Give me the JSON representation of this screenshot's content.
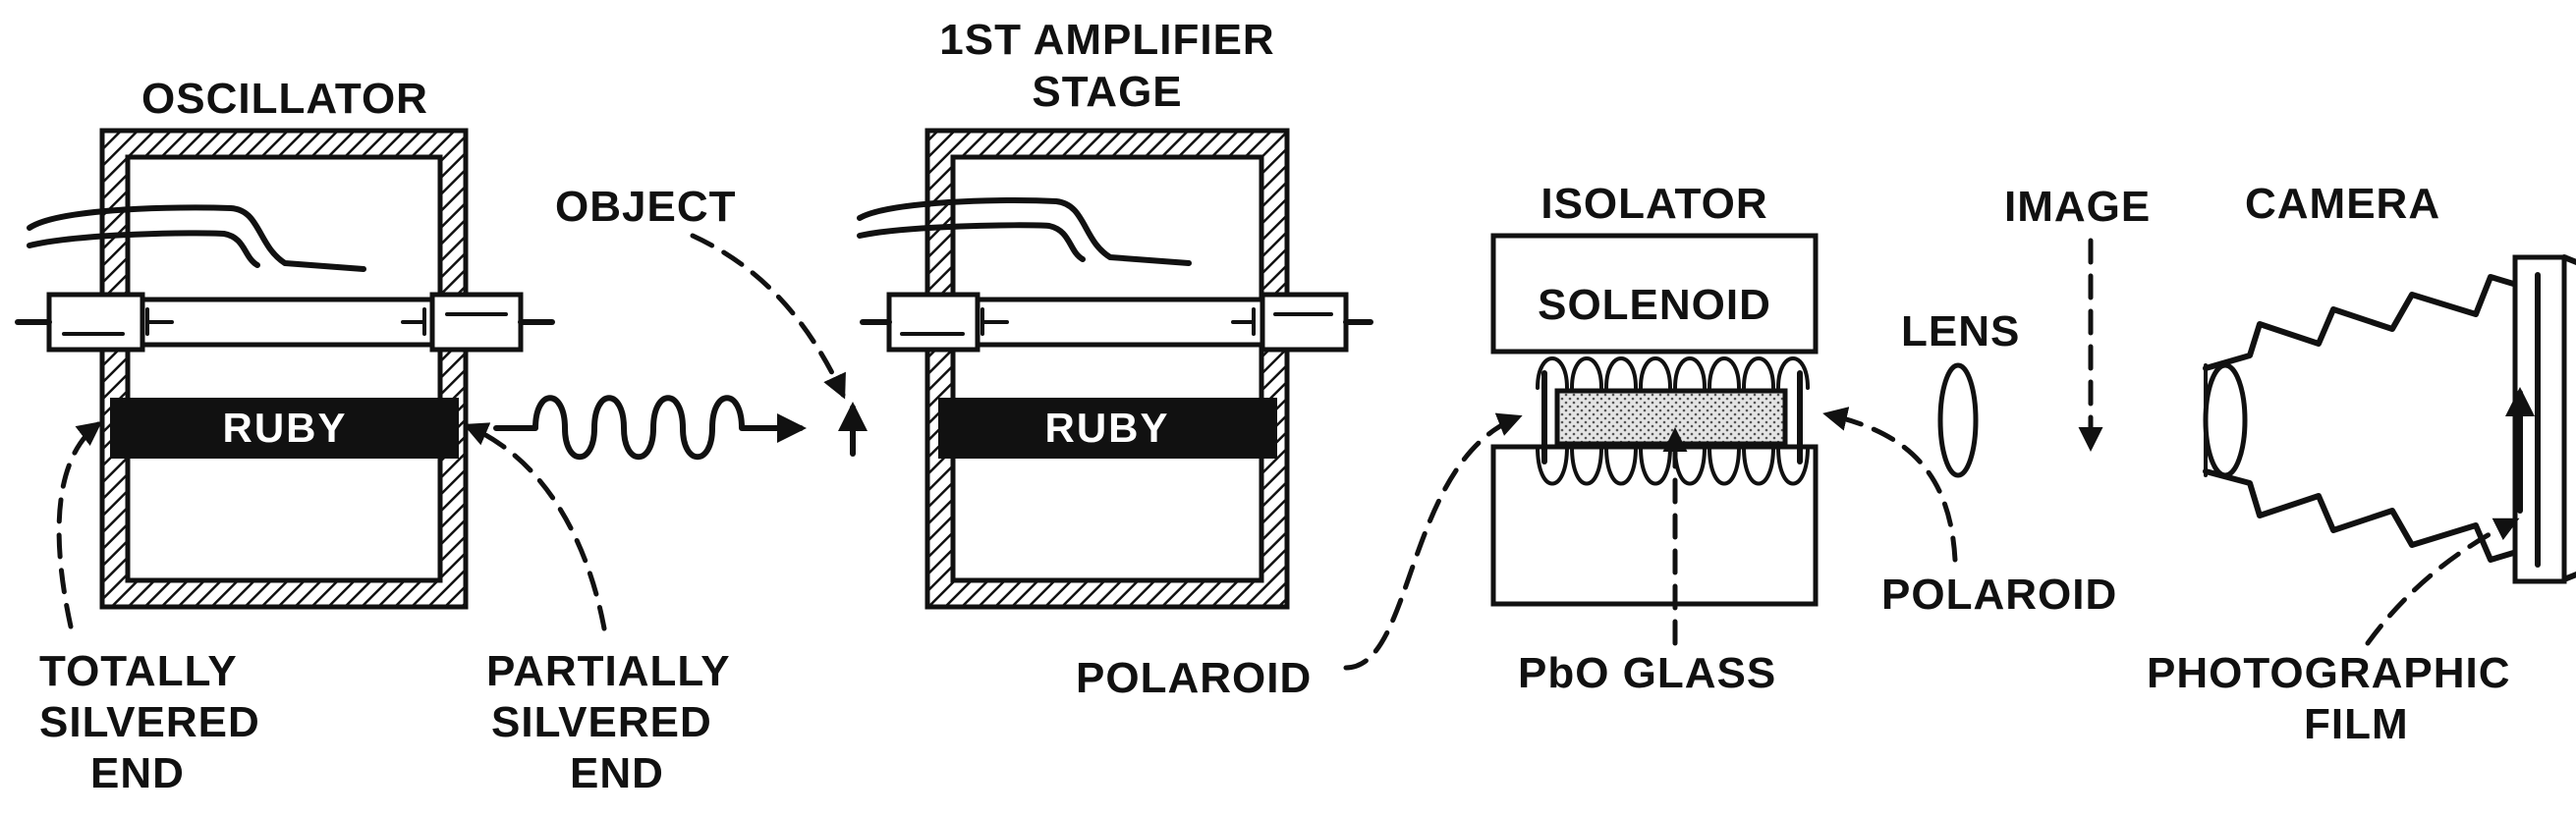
{
  "labels": {
    "oscillator": "OSCILLATOR",
    "amplifier_line1": "1ST AMPLIFIER",
    "amplifier_line2": "STAGE",
    "ruby1": "RUBY",
    "ruby2": "RUBY",
    "object": "OBJECT",
    "isolator": "ISOLATOR",
    "solenoid": "SOLENOID",
    "pbo_glass": "PbO GLASS",
    "polaroid_left": "POLAROID",
    "polaroid_right": "POLAROID",
    "lens": "LENS",
    "image": "IMAGE",
    "camera": "CAMERA",
    "photographic_film_line1": "PHOTOGRAPHIC",
    "photographic_film_line2": "FILM",
    "totally_line1": "TOTALLY",
    "totally_line2": "SILVERED",
    "totally_line3": "END",
    "partially_line1": "PARTIALLY",
    "partially_line2": "SILVERED",
    "partially_line3": "END"
  },
  "colors": {
    "ink": "#111111",
    "paper": "#ffffff",
    "glass": "#d8d8d8"
  }
}
